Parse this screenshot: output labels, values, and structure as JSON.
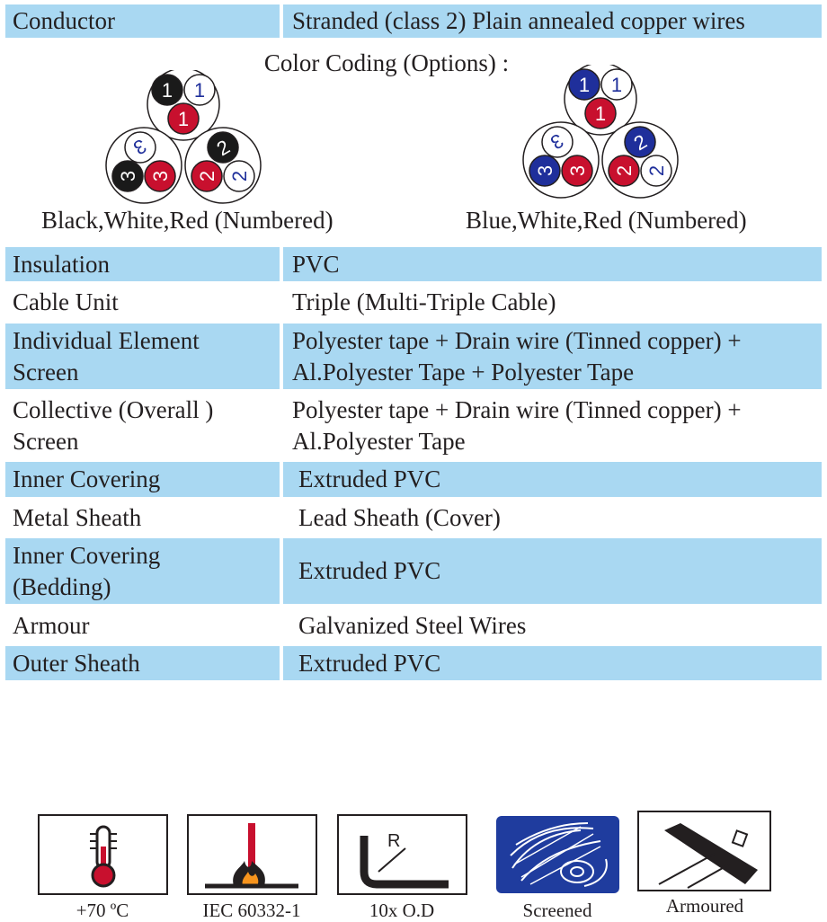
{
  "rows_top": [
    {
      "label": "Conductor",
      "value": "Stranded (class 2) Plain annealed copper wires"
    }
  ],
  "color_coding": {
    "heading": "Color Coding (Options) :",
    "option_a": "Black,White,Red (Numbered)",
    "option_b": "Blue,White,Red (Numbered)",
    "numbers": [
      "1",
      "2",
      "3"
    ],
    "colors": {
      "black": "#1a1a1a",
      "white": "#ffffff",
      "red": "#c8102e",
      "blue": "#1f2f9b"
    }
  },
  "rows": [
    {
      "label": "Insulation",
      "value": "PVC"
    },
    {
      "label": "Cable Unit",
      "value": "Triple (Multi-Triple Cable)"
    },
    {
      "label": "Individual Element Screen",
      "value": "Polyester tape + Drain wire (Tinned copper) + Al.Polyester Tape + Polyester Tape"
    },
    {
      "label": "Collective (Overall ) Screen",
      "value": "Polyester tape + Drain wire (Tinned copper) + Al.Polyester Tape"
    },
    {
      "label": "Inner Covering",
      "value": "Extruded PVC"
    },
    {
      "label": "Metal Sheath",
      "value": "Lead Sheath (Cover)"
    },
    {
      "label": "Inner Covering (Bedding)",
      "value": "Extruded PVC"
    },
    {
      "label": "Armour",
      "value": "Galvanized Steel Wires"
    },
    {
      "label": "Outer Sheath",
      "value": "Extruded PVC"
    }
  ],
  "icons": [
    {
      "name": "thermometer-icon",
      "label": "+70 ºC"
    },
    {
      "name": "flame-test-icon",
      "label": "IEC 60332-1",
      "mark": "R"
    },
    {
      "name": "bend-radius-icon",
      "label": "10x O.D",
      "mark": "R"
    },
    {
      "name": "screen-icon",
      "label": "Screened"
    },
    {
      "name": "armour-icon",
      "label": "Armoured"
    }
  ],
  "accent": "#a9d8f2"
}
